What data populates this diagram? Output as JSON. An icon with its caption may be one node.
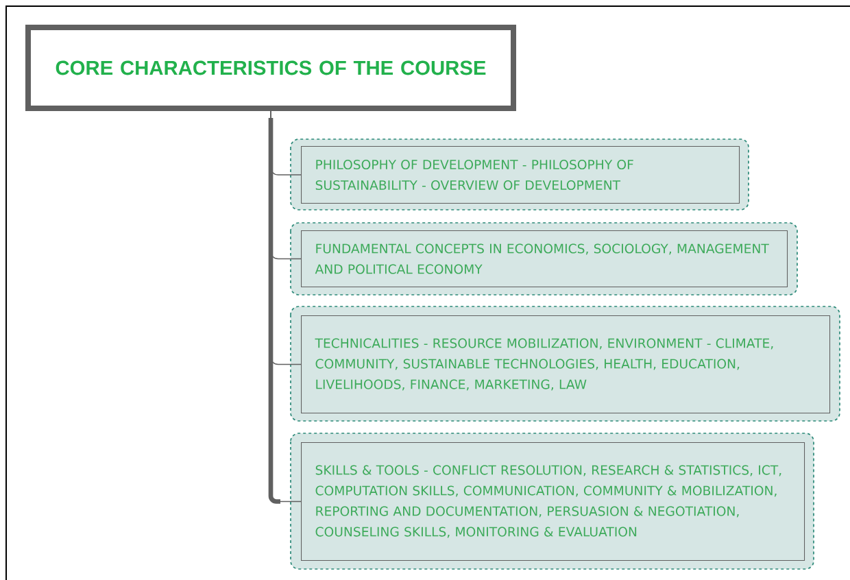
{
  "diagram": {
    "nodes": [
      {
        "text": [
          "CORE CHARACTERISTICS OF THE COURSE"
        ]
      },
      {
        "text": [
          "PHILOSOPHY OF DEVELOPMENT - PHILOSOPHY OF SUSTAINABILITY - OVERVIEW OF DEVELOPMENT"
        ]
      },
      {
        "text": [
          "FUNDAMENTAL CONCEPTS IN ECONOMICS, SOCIOLOGY, MANAGEMENT AND POLITICAL ECONOMY"
        ]
      },
      {
        "text": [
          "TECHNICALITIES - RESOURCE MOBILIZATION, ENVIRONMENT - CLIMATE, COMMUNITY, SUSTAINABLE TECHNOLOGIES, HEALTH, EDUCATION, LIVELIHOODS, FINANCE, MARKETING, LAW"
        ]
      },
      {
        "text": [
          "SKILLS & TOOLS - CONFLICT RESOLUTION, RESEARCH & STATISTICS, ICT, COMPUTATION SKILLS, COMMUNICATION, COMMUNITY & MOBILIZATION, REPORTING AND DOCUMENTATION, PERSUASION & NEGOTIATION, COUNSELING SKILLS, MONITORING & EVALUATION"
        ]
      }
    ],
    "edges": [
      {
        "from": 0,
        "to": 1,
        "arrow": "none"
      },
      {
        "from": 0,
        "to": 2,
        "arrow": "none"
      },
      {
        "from": 0,
        "to": 3,
        "arrow": "none"
      },
      {
        "from": 0,
        "to": 4,
        "arrow": "none"
      }
    ]
  }
}
